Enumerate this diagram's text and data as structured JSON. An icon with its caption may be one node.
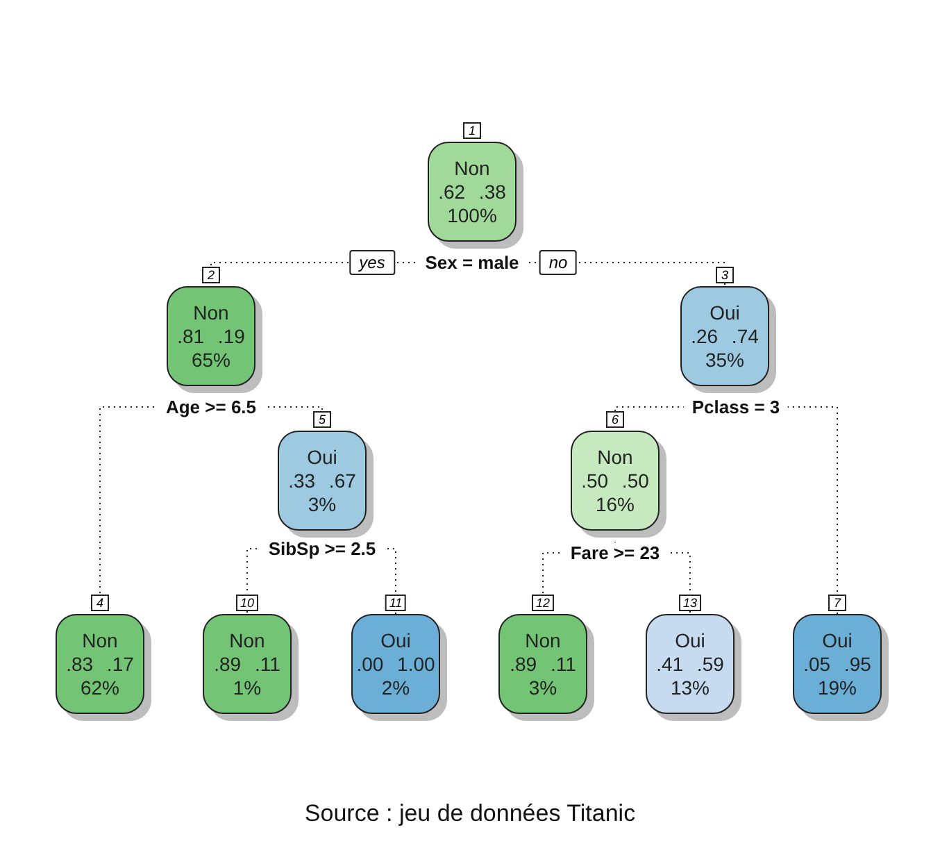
{
  "diagram": {
    "caption": "Source : jeu de données Titanic",
    "nodes": [
      {
        "text": [
          "Non",
          ".62 .38",
          "100%"
        ],
        "beside": [
          "1",
          "Sex = male"
        ]
      },
      {
        "text": [
          "Non",
          ".81 .19",
          "65%"
        ],
        "beside": [
          "2",
          "Age >= 6.5"
        ]
      },
      {
        "text": [
          "Oui",
          ".26 .74",
          "35%"
        ],
        "beside": [
          "3",
          "Pclass = 3"
        ]
      },
      {
        "text": [
          "Oui",
          ".33 .67",
          "3%"
        ],
        "beside": [
          "5",
          "SibSp >= 2.5"
        ]
      },
      {
        "text": [
          "Non",
          ".50 .50",
          "16%"
        ],
        "beside": [
          "6",
          "Fare >= 23"
        ]
      },
      {
        "text": [
          "Non",
          ".83 .17",
          "62%"
        ],
        "beside": [
          "4"
        ]
      },
      {
        "text": [
          "Non",
          ".89 .11",
          "1%"
        ],
        "beside": [
          "10"
        ]
      },
      {
        "text": [
          "Oui",
          ".00 1.00",
          "2%"
        ],
        "beside": [
          "11"
        ]
      },
      {
        "text": [
          "Non",
          ".89 .11",
          "3%"
        ],
        "beside": [
          "12"
        ]
      },
      {
        "text": [
          "Oui",
          ".41 .59",
          "13%"
        ],
        "beside": [
          "13"
        ]
      },
      {
        "text": [
          "Oui",
          ".05 .95",
          "19%"
        ],
        "beside": [
          "7"
        ]
      }
    ],
    "edges": [
      {
        "from": 0,
        "to": 1,
        "arrow": "none",
        "label": "yes"
      },
      {
        "from": 0,
        "to": 2,
        "arrow": "none",
        "label": "no"
      },
      {
        "from": 1,
        "to": 5,
        "arrow": "none"
      },
      {
        "from": 1,
        "to": 3,
        "arrow": "none"
      },
      {
        "from": 2,
        "to": 4,
        "arrow": "none"
      },
      {
        "from": 2,
        "to": 10,
        "arrow": "none"
      },
      {
        "from": 3,
        "to": 6,
        "arrow": "none"
      },
      {
        "from": 3,
        "to": 7,
        "arrow": "none"
      },
      {
        "from": 4,
        "to": 8,
        "arrow": "none"
      },
      {
        "from": 4,
        "to": 9,
        "arrow": "none"
      }
    ]
  }
}
